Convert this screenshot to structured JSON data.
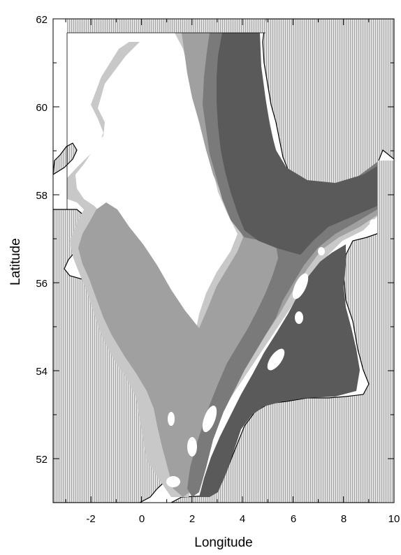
{
  "map": {
    "xlabel": "Longitude",
    "ylabel": "Latitude",
    "xlim": [
      -3.5,
      10
    ],
    "ylim": [
      51,
      62
    ],
    "x_ticks": [
      "-2",
      "0",
      "2",
      "4",
      "6",
      "8",
      "10"
    ],
    "y_ticks": [
      "52",
      "54",
      "56",
      "58",
      "60",
      "62"
    ],
    "colors": {
      "land_hatch": "#b8b8b8",
      "shade_1": "#c8c8c8",
      "shade_2": "#a0a0a0",
      "shade_3": "#7a7a7a",
      "shade_4": "#5a5a5a",
      "shallow": "#ffffff"
    }
  }
}
